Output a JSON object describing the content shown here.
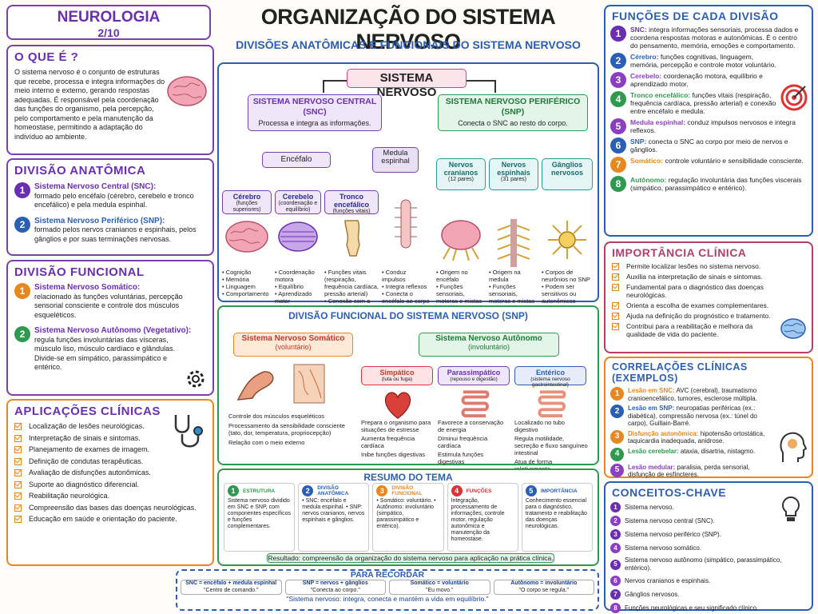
{
  "header": {
    "badge_title": "NEUROLOGIA",
    "badge_page": "2/10",
    "main_title": "ORGANIZAÇÃO DO SISTEMA NERVOSO",
    "subtitle": "DIVISÕES ANATÔMICAS E FUNCIONAIS DO SISTEMA NERVOSO"
  },
  "what": {
    "title": "O QUE É ?",
    "text": "O sistema nervoso é o conjunto de estruturas que recebe, processa e integra informações do meio interno e externo, gerando respostas adequadas. É responsável pela coordenação das funções do organismo, pela percepção, pelo comportamento e pela manutenção da homeostase, permitindo a adaptação do indivíduo ao ambiente."
  },
  "anat": {
    "title": "DIVISÃO ANATÔMICA",
    "items": [
      {
        "n": "1",
        "head": "Sistema Nervoso Central (SNC):",
        "body": "formado pelo encéfalo (cérebro, cerebelo e tronco encefálico) e pela medula espinhal."
      },
      {
        "n": "2",
        "head": "Sistema Nervoso Periférico (SNP):",
        "body": "formado pelos nervos cranianos e espinhais, pelos gânglios e por suas terminações nervosas."
      }
    ]
  },
  "func": {
    "title": "DIVISÃO FUNCIONAL",
    "items": [
      {
        "n": "1",
        "head": "Sistema Nervoso Somático:",
        "body": "relacionado às funções voluntárias, percepção sensorial consciente e controle dos músculos esqueléticos."
      },
      {
        "n": "2",
        "head": "Sistema Nervoso Autônomo (Vegetativo):",
        "body": "regula funções involuntárias das vísceras, músculo liso, músculo cardíaco e glândulas. Divide-se em simpático, parassimpático e entérico."
      }
    ]
  },
  "apps": {
    "title": "APLICAÇÕES CLÍNICAS",
    "items": [
      "Localização de lesões neurológicas.",
      "Interpretação de sinais e sintomas.",
      "Planejamento de exames de imagem.",
      "Definição de condutas terapêuticas.",
      "Avaliação de disfunções autonômicas.",
      "Suporte ao diagnóstico diferencial.",
      "Reabilitação neurológica.",
      "Compreensão das bases das doenças neurológicas.",
      "Educação em saúde e orientação do paciente."
    ]
  },
  "diagram": {
    "root": "SISTEMA NERVOSO",
    "snc": {
      "title": "SISTEMA NERVOSO CENTRAL (SNC)",
      "desc": "Processa e integra as informações."
    },
    "snp": {
      "title": "SISTEMA NERVOSO PERIFÉRICO (SNP)",
      "desc": "Conecta o SNC ao resto do corpo."
    },
    "encefalo": "Encéfalo",
    "medula": "Medula espinhal",
    "parts": [
      {
        "name": "Cérebro",
        "sub": "(funções superiores)",
        "bul": [
          "Cognição",
          "Memória",
          "Linguagem",
          "Comportamento"
        ]
      },
      {
        "name": "Cerebelo",
        "sub": "(coordenação e equilíbrio)",
        "bul": [
          "Coordenação motora",
          "Equilíbrio",
          "Aprendizado motor"
        ]
      },
      {
        "name": "Tronco encefálico",
        "sub": "(funções vitais)",
        "bul": [
          "Funções vitais (respiração, frequência cardíaca, pressão arterial)",
          "Conexão com a medula"
        ]
      },
      {
        "name": "",
        "sub": "",
        "bul": [
          "Conduz impulsos",
          "Integra reflexos",
          "Conecta o encéfalo ao corpo"
        ]
      },
      {
        "name": "Nervos cranianos",
        "sub": "(12 pares)",
        "bul": [
          "Origem no encéfalo",
          "Funções sensoriais, motoras e mistas"
        ]
      },
      {
        "name": "Nervos espinhais",
        "sub": "(31 pares)",
        "bul": [
          "Origem na medula",
          "Funções sensoriais, motoras e mistas"
        ]
      },
      {
        "name": "Gânglios nervosos",
        "sub": "",
        "bul": [
          "Corpos de neurônios no SNP",
          "Podem ser sensitivos ou autonômicos"
        ]
      }
    ]
  },
  "functional": {
    "title": "DIVISÃO FUNCIONAL DO SISTEMA NERVOSO (SNP)",
    "som": {
      "title": "Sistema Nervoso Somático",
      "sub": "(voluntário)",
      "bul": [
        "Controle dos músculos esqueléticos",
        "Processamento da sensibilidade consciente (tato, dor, temperatura, propriocepção)",
        "Relação com o meio externo"
      ]
    },
    "aut": {
      "title": "Sistema Nervoso Autônomo",
      "sub": "(involuntário)"
    },
    "subs": [
      {
        "name": "Simpático",
        "sub": "(luta ou fuga)",
        "bul": [
          "Prepara o organismo para situações de estresse",
          "Aumenta frequência cardíaca",
          "Inibe funções digestivas"
        ]
      },
      {
        "name": "Parassimpático",
        "sub": "(repouso e digestão)",
        "bul": [
          "Favorece a conservação de energia",
          "Diminui frequência cardíaca",
          "Estimula funções digestivas"
        ]
      },
      {
        "name": "Entérico",
        "sub": "(sistema nervoso gastrointestinal)",
        "bul": [
          "Localizado no tubo digestivo",
          "Regula motilidade, secreção e fluxo sanguíneo intestinal",
          "Atua de forma relativamente independente"
        ]
      }
    ]
  },
  "summary": {
    "title": "RESUMO DO TEMA",
    "cols": [
      {
        "n": "1",
        "head": "ESTRUTURA",
        "body": "Sistema nervoso dividido em SNC e SNP, com componentes específicos e funções complementares."
      },
      {
        "n": "2",
        "head": "DIVISÃO ANATÔMICA",
        "body": "• SNC: encéfalo e medula espinhal. • SNP: nervos cranianos, nervos espinhais e gânglios."
      },
      {
        "n": "3",
        "head": "DIVISÃO FUNCIONAL",
        "body": "• Somático: voluntário. • Autônomo: involuntário (simpático, parassimpático e entérico)."
      },
      {
        "n": "4",
        "head": "FUNÇÕES",
        "body": "Integração, processamento de informações, controle motor, regulação autonômica e manutenção da homeostase."
      },
      {
        "n": "5",
        "head": "IMPORTÂNCIA",
        "body": "Conhecimento essencial para o diagnóstico, tratamento e reabilitação das doenças neurológicas."
      }
    ],
    "result": "Resultado: compreensão da organização do sistema nervoso para aplicação na prática clínica."
  },
  "remember": {
    "title": "PARA RECORDAR",
    "items": [
      {
        "top": "SNC = encéfalo + medula espinhal",
        "q": "\"Centro de comando.\""
      },
      {
        "top": "SNP = nervos + gânglios",
        "q": "\"Conecta ao corpo.\""
      },
      {
        "top": "Somático = voluntário",
        "q": "\"Eu movo.\""
      },
      {
        "top": "Autônomo = involuntário",
        "q": "\"O corpo se regula.\""
      }
    ],
    "footer": "\"Sistema nervoso: integra, conecta e mantém a vida em equilíbrio.\""
  },
  "functions": {
    "title": "FUNÇÕES DE CADA DIVISÃO",
    "items": [
      {
        "n": "1",
        "c": "#6a2fb0",
        "head": "SNC:",
        "body": "integra informações sensoriais, processa dados e coordena respostas motoras e autonômicas. É o centro do pensamento, memória, emoções e comportamento."
      },
      {
        "n": "2",
        "c": "#2a5fb3",
        "head": "Cérebro:",
        "body": "funções cognitivas, linguagem, memória, percepção e controle motor voluntário."
      },
      {
        "n": "3",
        "c": "#8a3fc0",
        "head": "Cerebelo:",
        "body": "coordenação motora, equilíbrio e aprendizado motor."
      },
      {
        "n": "4",
        "c": "#2f9a4f",
        "head": "Tronco encefálico:",
        "body": "funções vitais (respiração, frequência cardíaca, pressão arterial) e conexão entre encéfalo e medula."
      },
      {
        "n": "5",
        "c": "#8a3fc0",
        "head": "Medula espinhal:",
        "body": "conduz impulsos nervosos e integra reflexos."
      },
      {
        "n": "6",
        "c": "#2a5fb3",
        "head": "SNP:",
        "body": "conecta o SNC ao corpo por meio de nervos e gânglios."
      },
      {
        "n": "7",
        "c": "#e8871e",
        "head": "Somático:",
        "body": "controle voluntário e sensibilidade consciente."
      },
      {
        "n": "8",
        "c": "#2f9a4f",
        "head": "Autônomo:",
        "body": "regulação involuntária das funções viscerais (simpático, parassimpático e entérico)."
      }
    ]
  },
  "importance": {
    "title": "IMPORTÂNCIA CLÍNICA",
    "items": [
      "Permite localizar lesões no sistema nervoso.",
      "Auxilia na interpretação de sinais e sintomas.",
      "Fundamental para o diagnóstico das doenças neurológicas.",
      "Orienta a escolha de exames complementares.",
      "Ajuda na definição do prognóstico e tratamento.",
      "Contribui para a reabilitação e melhora da qualidade de vida do paciente."
    ]
  },
  "correlations": {
    "title": "CORRELAÇÕES CLÍNICAS (EXEMPLOS)",
    "items": [
      {
        "n": "1",
        "c": "#e8871e",
        "head": "Lesão em SNC:",
        "body": "AVC (cerebral), traumatismo cranioencefálico, tumores, esclerose múltipla."
      },
      {
        "n": "2",
        "c": "#2a5fb3",
        "head": "Lesão em SNP:",
        "body": "neuropatias periféricas (ex.: diabética), compressão nervosa (ex.: túnel do carpo), Guillain-Barré."
      },
      {
        "n": "3",
        "c": "#e8871e",
        "head": "Disfunção autonômica:",
        "body": "hipotensão ortostática, taquicardia inadequada, anidrose."
      },
      {
        "n": "4",
        "c": "#2f9a4f",
        "head": "Lesão cerebelar:",
        "body": "ataxia, disartria, nistagmo."
      },
      {
        "n": "5",
        "c": "#8a3fc0",
        "head": "Lesão medular:",
        "body": "paralisia, perda sensorial, disfunção de esfíncteres."
      }
    ]
  },
  "concepts": {
    "title": "CONCEITOS-CHAVE",
    "items": [
      "Sistema nervoso.",
      "Sistema nervoso central (SNC).",
      "Sistema nervoso periférico (SNP).",
      "Sistema nervoso somático.",
      "Sistema nervoso autônomo (simpático, parassimpático, entérico).",
      "Nervos cranianos e espinhais.",
      "Gânglios nervosos.",
      "Funções neurológicas e seu significado clínico."
    ]
  }
}
